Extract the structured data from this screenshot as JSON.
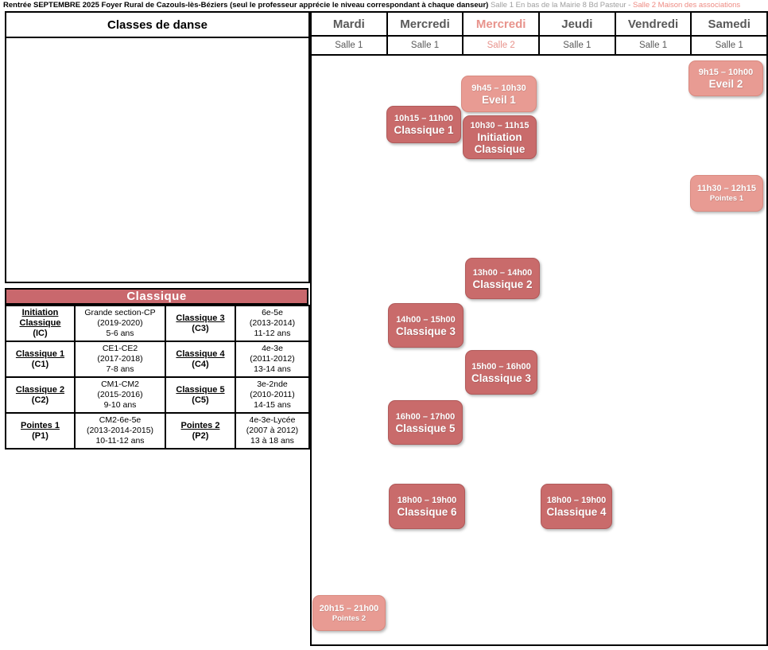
{
  "title": {
    "main": "Rentrée SEPTEMBRE 2025 Foyer Rural de Cazouls-lès-Béziers (seul le professeur apprécie le niveau correspondant à chaque danseur)",
    "salle1": " Salle 1 En bas de la Mairie 8 Bd Pasteur - ",
    "salle2": "Salle 2 Maison des associations"
  },
  "left_panel": {
    "header": "Classes de danse"
  },
  "levels_table": {
    "header": "Classique",
    "rows": [
      {
        "level1": {
          "name": "Initiation Classique",
          "code": "(IC)"
        },
        "desc1": {
          "l1": "Grande section-CP",
          "l2": "(2019-2020)",
          "l3": "5-6 ans"
        },
        "level2": {
          "name": "Classique 3",
          "code": "(C3)"
        },
        "desc2": {
          "l1": "6e-5e",
          "l2": "(2013-2014)",
          "l3": "11-12 ans"
        }
      },
      {
        "level1": {
          "name": "Classique 1",
          "code": "(C1)"
        },
        "desc1": {
          "l1": "CE1-CE2",
          "l2": "(2017-2018)",
          "l3": "7-8 ans"
        },
        "level2": {
          "name": "Classique 4",
          "code": "(C4)"
        },
        "desc2": {
          "l1": "4e-3e",
          "l2": "(2011-2012)",
          "l3": "13-14 ans"
        }
      },
      {
        "level1": {
          "name": "Classique 2",
          "code": "(C2)"
        },
        "desc1": {
          "l1": "CM1-CM2",
          "l2": "(2015-2016)",
          "l3": "9-10 ans"
        },
        "level2": {
          "name": "Classique 5",
          "code": "(C5)"
        },
        "desc2": {
          "l1": "3e-2nde",
          "l2": "(2010-2011)",
          "l3": "14-15 ans"
        }
      },
      {
        "level1": {
          "name": "Pointes 1",
          "code": "(P1)"
        },
        "desc1": {
          "l1": "CM2-6e-5e",
          "l2": "(2013-2014-2015)",
          "l3": "10-11-12 ans"
        },
        "level2": {
          "name": "Pointes 2",
          "code": "(P2)"
        },
        "desc2": {
          "l1": "4e-3e-Lycée",
          "l2": "(2007 à 2012)",
          "l3": "13 à 18 ans"
        }
      }
    ]
  },
  "schedule": {
    "days": [
      {
        "label": "Mardi",
        "salle": "Salle 1"
      },
      {
        "label": "Mercredi",
        "salle": "Salle 1"
      },
      {
        "label": "Mercredi",
        "salle": "Salle 2"
      },
      {
        "label": "Jeudi",
        "salle": "Salle 1"
      },
      {
        "label": "Vendredi",
        "salle": "Salle 1"
      },
      {
        "label": "Samedi",
        "salle": "Salle 1"
      }
    ],
    "blocks": [
      {
        "time": "9h15 – 10h00",
        "name": "Eveil 2"
      },
      {
        "time": "9h45 – 10h30",
        "name": "Eveil 1"
      },
      {
        "time": "10h15 – 11h00",
        "name": "Classique 1"
      },
      {
        "time": "10h30 – 11h15",
        "name": "Initiation Classique"
      },
      {
        "time": "11h30 – 12h15",
        "name": "Pointes 1"
      },
      {
        "time": "13h00 – 14h00",
        "name": "Classique 2"
      },
      {
        "time": "14h00 – 15h00",
        "name": "Classique 3"
      },
      {
        "time": "15h00 – 16h00",
        "name": "Classique 3"
      },
      {
        "time": "16h00 – 17h00",
        "name": "Classique 5"
      },
      {
        "time": "18h00 – 19h00",
        "name": "Classique 6"
      },
      {
        "time": "18h00 – 19h00",
        "name": "Classique 4"
      },
      {
        "time": "20h15 – 21h00",
        "name": "Pointes 2"
      }
    ]
  },
  "colors": {
    "block_dark": "#C96B6B",
    "block_dark_border": "#B05A5A",
    "block_light": "#E89B93",
    "block_light_border": "#D9897F",
    "classique_header_bg": "#C9686D",
    "day_highlight": "#E8938C",
    "header_gray": "#595959",
    "title_gray": "#9E9E9E",
    "title_salmon": "#EE8B83"
  }
}
